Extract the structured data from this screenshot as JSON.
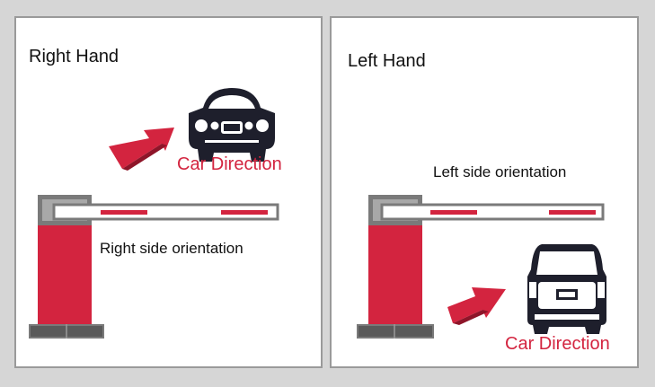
{
  "right_panel": {
    "title": "Right Hand",
    "car_direction": "Car Direction",
    "orientation": "Right side orientation"
  },
  "left_panel": {
    "title": "Left Hand",
    "car_direction": "Car Direction",
    "orientation": "Left side orientation"
  },
  "colors": {
    "barrier_red": "#d3243f",
    "frame_gray": "#9a9a9a",
    "housing_gray": "#7a7a7a",
    "car_dark": "#1e1f2c",
    "text": "#111111"
  },
  "icons": [
    "front-car-icon",
    "rear-suv-icon",
    "direction-arrow-icon"
  ]
}
